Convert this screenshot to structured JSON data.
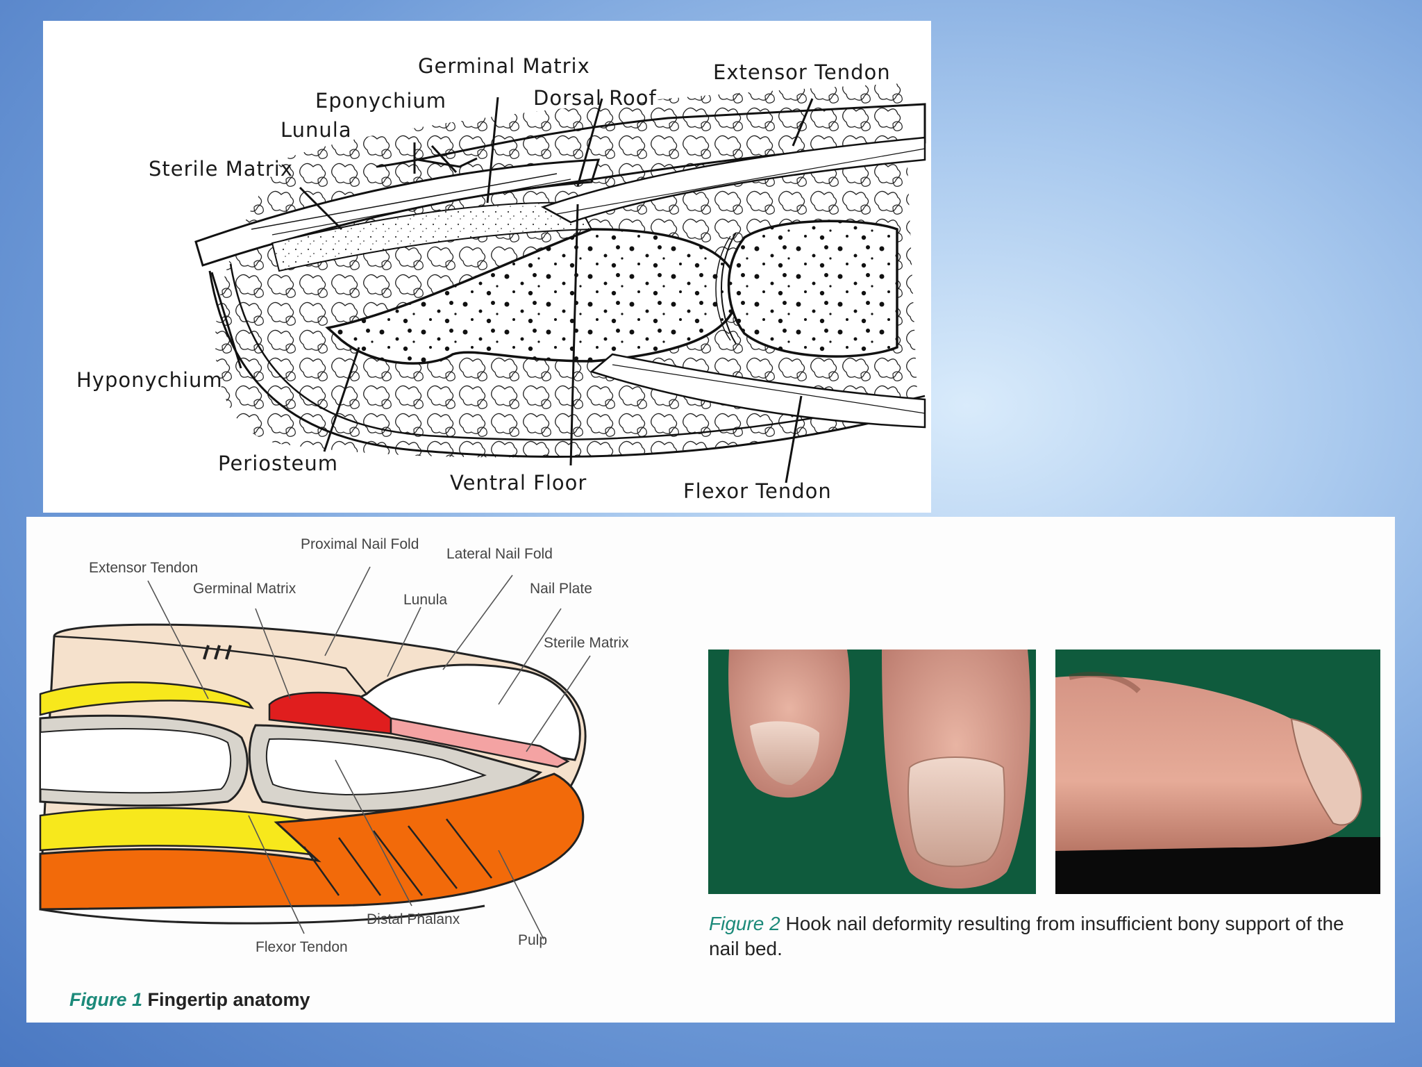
{
  "top_diagram": {
    "labels": {
      "germinal_matrix": "Germinal Matrix",
      "extensor_tendon": "Extensor Tendon",
      "eponychium": "Eponychium",
      "dorsal_roof": "Dorsal Roof",
      "lunula": "Lunula",
      "sterile_matrix": "Sterile Matrix",
      "hyponychium": "Hyponychium",
      "periosteum": "Periosteum",
      "ventral_floor": "Ventral Floor",
      "flexor_tendon": "Flexor Tendon"
    }
  },
  "figure1": {
    "labels": {
      "proximal_nail_fold": "Proximal Nail Fold",
      "extensor_tendon": "Extensor Tendon",
      "lateral_nail_fold": "Lateral Nail Fold",
      "germinal_matrix": "Germinal Matrix",
      "lunula": "Lunula",
      "nail_plate": "Nail Plate",
      "sterile_matrix": "Sterile Matrix",
      "distal_phalanx": "Distal Phalanx",
      "pulp": "Pulp",
      "flexor_tendon": "Flexor Tendon"
    },
    "caption_number": "Figure 1",
    "caption_text": "Fingertip anatomy",
    "colors": {
      "extensor": "#f7e81c",
      "flexor": "#f26a0a",
      "germinal": "#e01e1e",
      "sterile": "#f4a3a3",
      "skin": "#f5e1cc",
      "bone": "#d8d4cc"
    }
  },
  "figure2": {
    "caption_number": "Figure 2",
    "caption_text": "Hook nail deformity resulting from insufficient bony support of the nail bed.",
    "colors": {
      "background": "#0d5a3c",
      "skin": "#d99a88"
    }
  }
}
